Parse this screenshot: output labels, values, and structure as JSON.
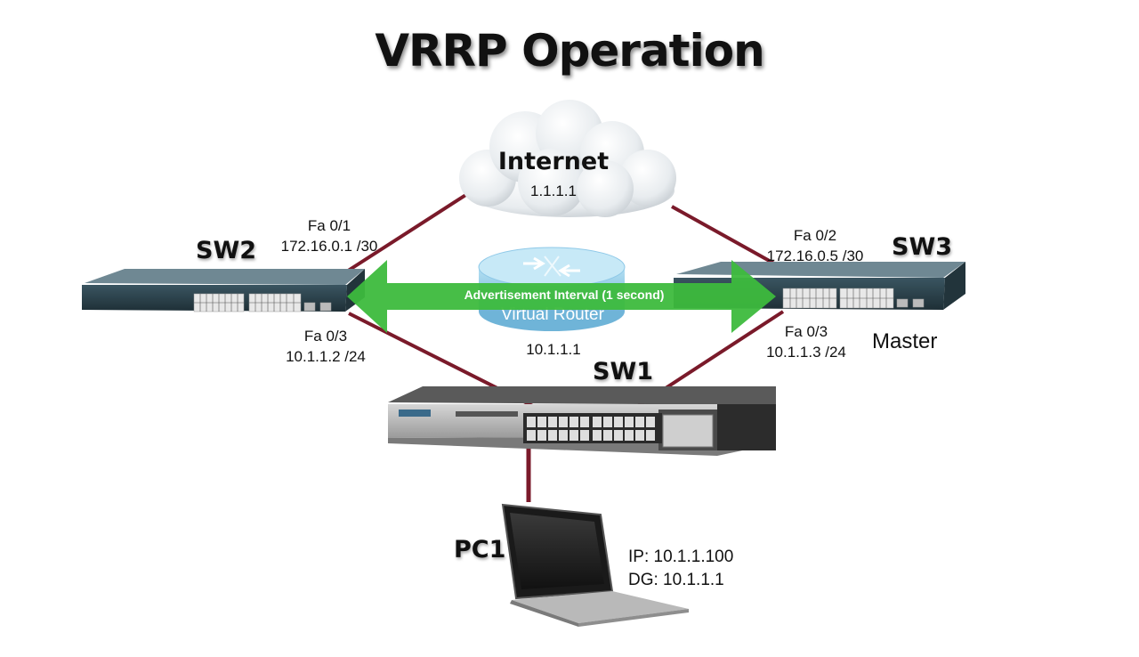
{
  "title": "VRRP Operation",
  "cloud": {
    "label": "Internet",
    "ip": "1.1.1.1"
  },
  "sw2": {
    "label": "SW2",
    "uplink_if": "Fa 0/1",
    "uplink_ip": "172.16.0.1 /30",
    "lan_if": "Fa 0/3",
    "lan_ip": "10.1.1.2 /24"
  },
  "sw3": {
    "label": "SW3",
    "uplink_if": "Fa 0/2",
    "uplink_ip": "172.16.0.5 /30",
    "lan_if": "Fa 0/3",
    "lan_ip": "10.1.1.3 /24",
    "role": "Master"
  },
  "sw1": {
    "label": "SW1"
  },
  "virtual_router": {
    "label": "Virtual Router",
    "ip": "10.1.1.1"
  },
  "advertisement": {
    "label": "Advertisement Interval (1 second)"
  },
  "pc1": {
    "label": "PC1",
    "ip": "IP: 10.1.1.100",
    "dg": "DG: 10.1.1.1"
  },
  "colors": {
    "link": "#7a1a2a",
    "arrow": "#3dbb3d",
    "router_blue": "#8fc9e8"
  }
}
